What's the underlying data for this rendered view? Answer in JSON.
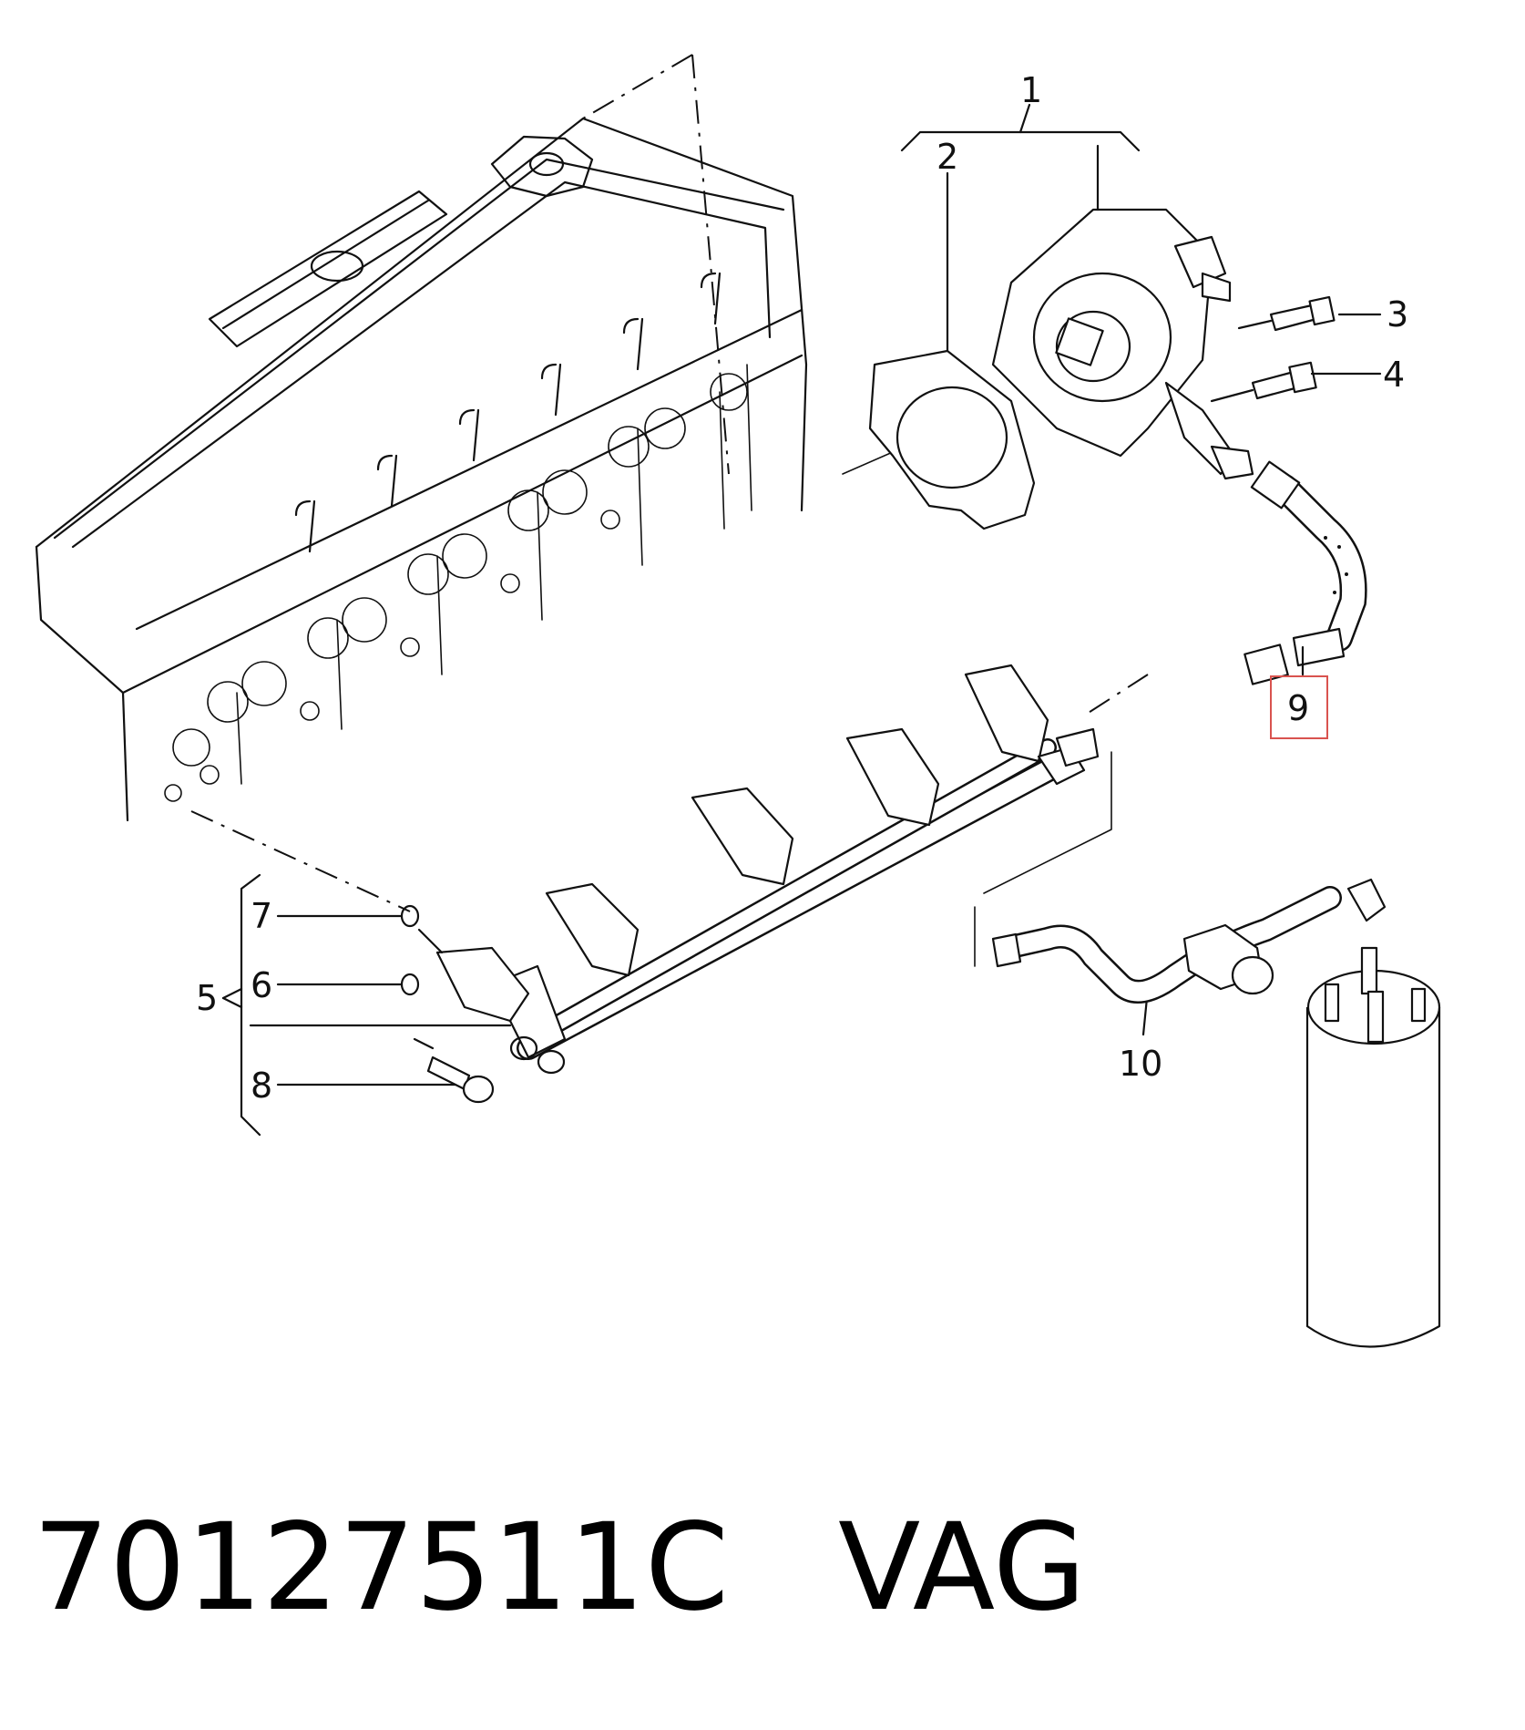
{
  "callouts": {
    "c1": "1",
    "c2": "2",
    "c3": "3",
    "c4": "4",
    "c5": "5",
    "c6": "6",
    "c7": "7",
    "c8": "8",
    "c9": "9",
    "c10": "10"
  },
  "highlight_color": "#d9534f",
  "footer": {
    "part_code": "70127511C",
    "brand": "VAG"
  }
}
